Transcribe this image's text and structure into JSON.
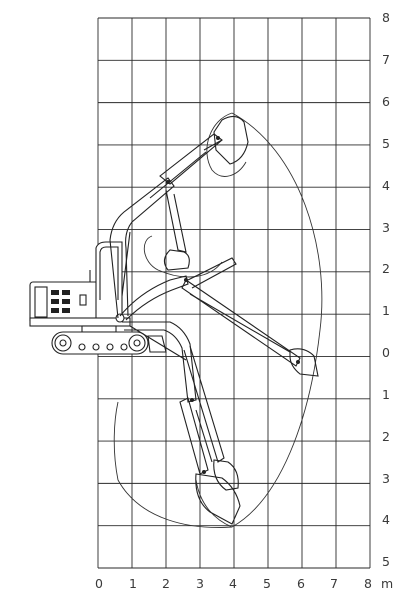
{
  "diagram": {
    "title_fragment": "",
    "x_axis": {
      "labels": [
        "0",
        "1",
        "2",
        "3",
        "4",
        "5",
        "6",
        "7",
        "8"
      ],
      "unit": "m"
    },
    "y_axis": {
      "labels": [
        "8",
        "7",
        "6",
        "5",
        "4",
        "3",
        "2",
        "1",
        "0",
        "1",
        "2",
        "3",
        "4",
        "5"
      ]
    },
    "grid": true,
    "subject": "excavator-working-range",
    "colors": {
      "line": "#222222",
      "text": "#3a3a3a",
      "background": "#ffffff"
    }
  }
}
